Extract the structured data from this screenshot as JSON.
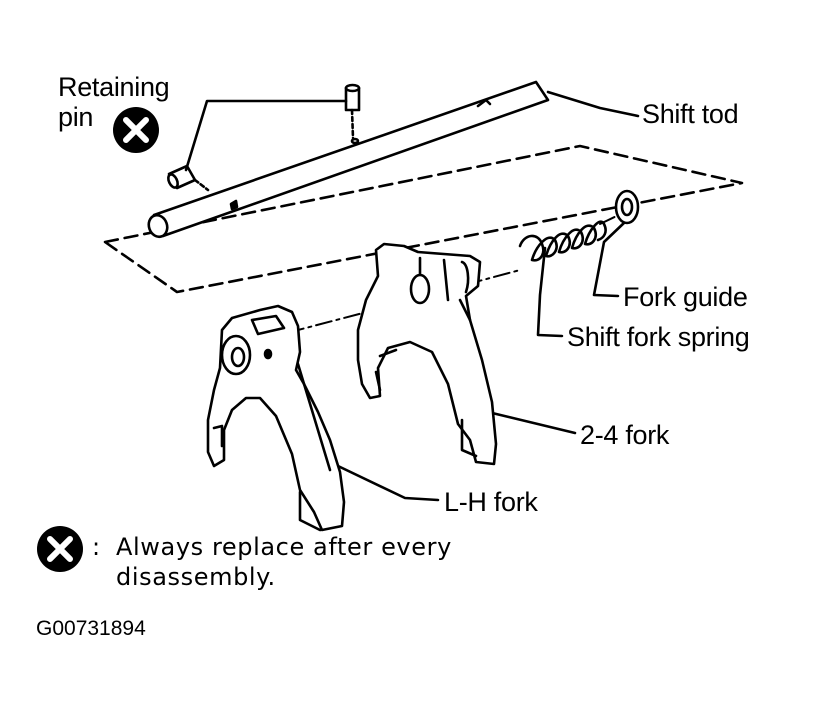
{
  "labels": {
    "retaining_pin_line1": "Retaining",
    "retaining_pin_line2": "pin",
    "shift_rod": "Shift tod",
    "fork_guide": "Fork guide",
    "shift_fork_spring": "Shift fork spring",
    "fork_2_4": "2-4 fork",
    "fork_lh": "L-H fork"
  },
  "legend": {
    "separator": ":",
    "text_line1": "Always replace after every",
    "text_line2": "disassembly."
  },
  "figure_code": "G00731894",
  "icon": {
    "name": "replace-x-icon",
    "color": "#000000"
  }
}
